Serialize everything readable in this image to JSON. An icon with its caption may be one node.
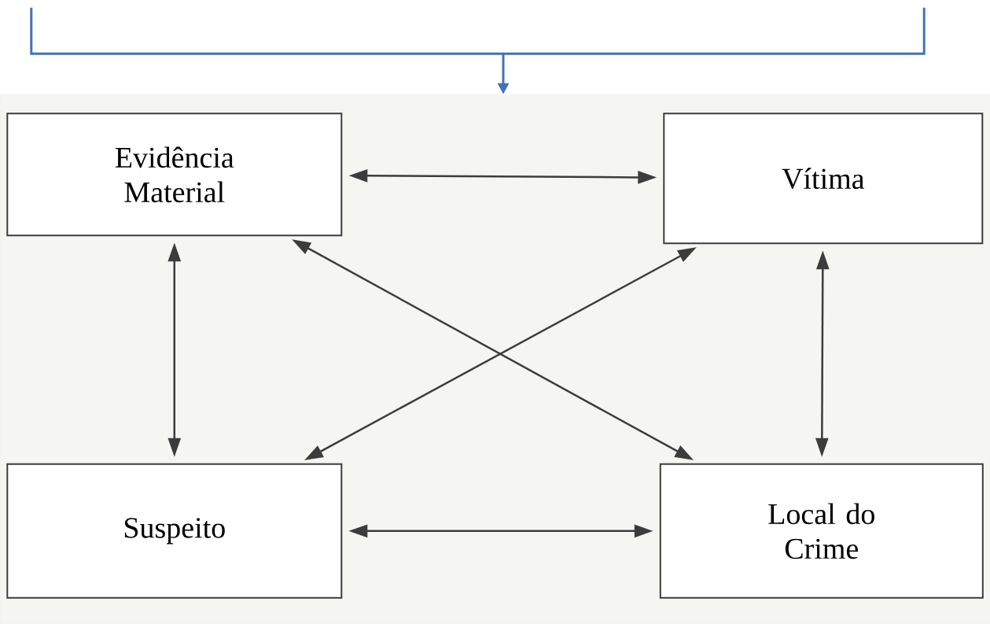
{
  "diagram": {
    "nodes": [
      {
        "text": [],
        "shape": "bracket"
      },
      {
        "text": [],
        "shape": "box"
      },
      {
        "text": [
          "Evidência Material"
        ],
        "in": 1
      },
      {
        "text": [
          "Vítima"
        ],
        "in": 1
      },
      {
        "text": [
          "Suspeito"
        ],
        "in": 1
      },
      {
        "text": [
          "Local do Crime"
        ],
        "in": 1
      }
    ],
    "edges": [
      {
        "from": 0,
        "to": 1,
        "arrow": "to",
        "color": "#4472b4"
      },
      {
        "from": 2,
        "to": 3,
        "arrow": "both"
      },
      {
        "from": 2,
        "to": 4,
        "arrow": "both"
      },
      {
        "from": 3,
        "to": 5,
        "arrow": "both"
      },
      {
        "from": 2,
        "to": 5,
        "arrow": "both"
      },
      {
        "from": 3,
        "to": 4,
        "arrow": "both"
      },
      {
        "from": 4,
        "to": 5,
        "arrow": "both"
      }
    ]
  }
}
